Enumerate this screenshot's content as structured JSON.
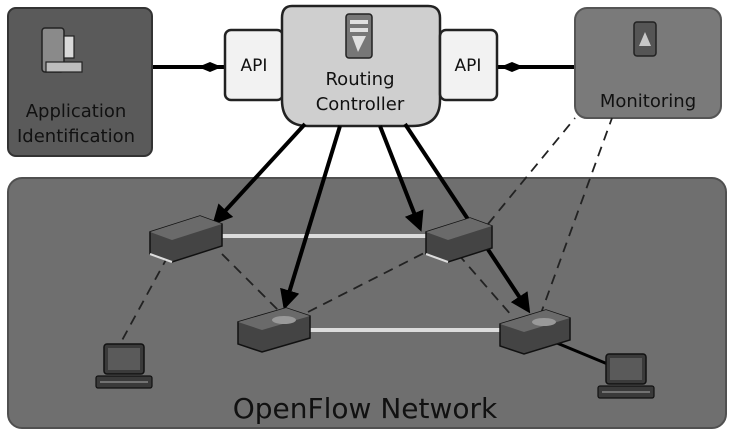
{
  "boxes": {
    "app_id": {
      "line1": "Application",
      "line2": "Identification"
    },
    "routing": {
      "line1": "Routing",
      "line2": "Controller"
    },
    "api_left": "API",
    "api_right": "API",
    "monitoring": "Monitoring"
  },
  "network": {
    "label": "OpenFlow Network"
  },
  "colors": {
    "network_fill": "#6f6f6f",
    "app_fill": "#5a5a5a",
    "routing_fill": "#cfcfcf",
    "monitoring_fill": "#7a7a7a",
    "arrow": "#000000",
    "link": "#d8d8d8"
  }
}
